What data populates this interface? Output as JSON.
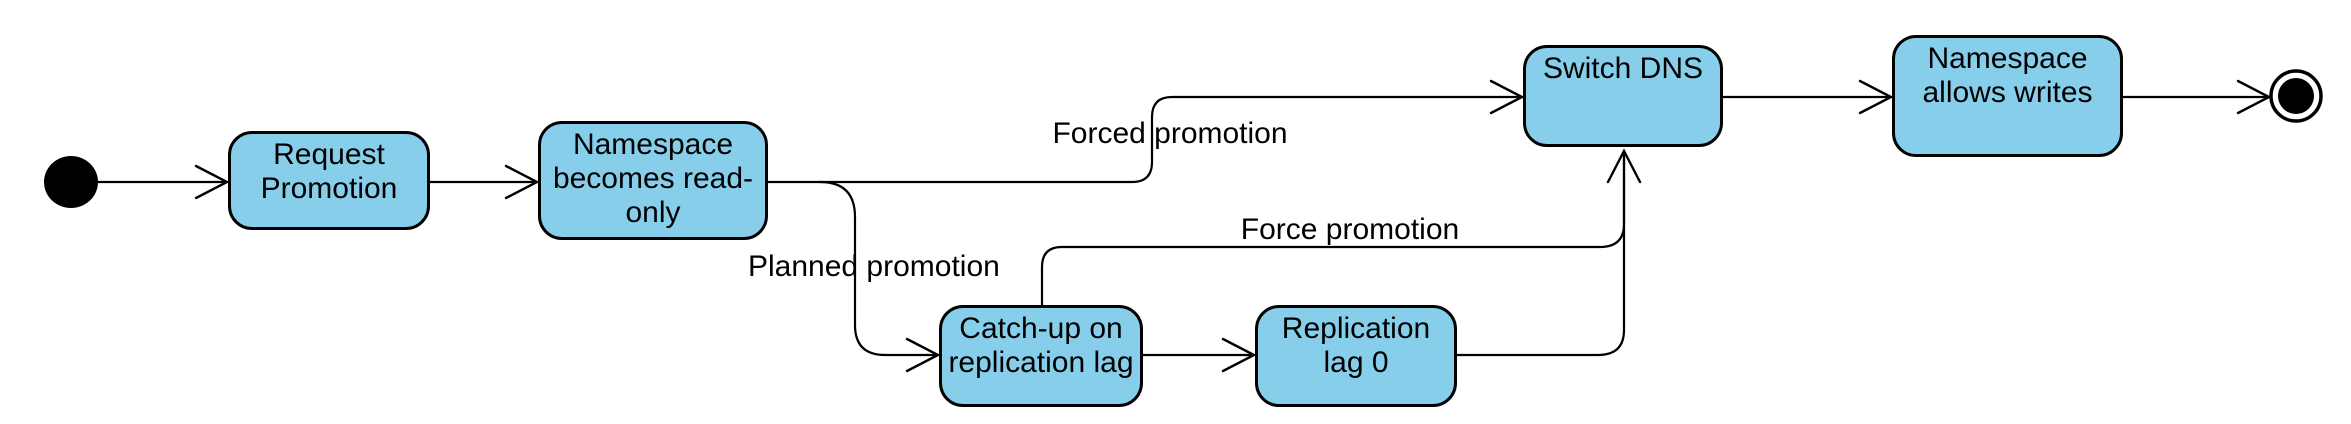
{
  "diagram": {
    "background": "#ffffff",
    "state-fill": "#87CEEB",
    "state-border": "#000000",
    "line-color": "#000000",
    "text-color": "#000000"
  },
  "states": [
    {
      "id": "request-promotion",
      "lines": [
        "Request",
        "Promotion"
      ]
    },
    {
      "id": "namespace-becomes-read-only",
      "lines": [
        "Namespace",
        "becomes read-",
        "only"
      ]
    },
    {
      "id": "catch-up-on-replication-lag",
      "lines": [
        "Catch-up on",
        "replication lag"
      ]
    },
    {
      "id": "replication-lag-0",
      "lines": [
        "Replication",
        "lag 0"
      ]
    },
    {
      "id": "switch-dns",
      "lines": [
        "Switch DNS"
      ]
    },
    {
      "id": "namespace-allows-writes",
      "lines": [
        "Namespace",
        "allows writes"
      ]
    }
  ],
  "pseudostates": [
    {
      "id": "initial",
      "kind": "initial-state"
    },
    {
      "id": "final",
      "kind": "final-state"
    }
  ],
  "transitions": [
    {
      "from": "initial",
      "to": "request-promotion",
      "label": ""
    },
    {
      "from": "request-promotion",
      "to": "namespace-becomes-read-only",
      "label": ""
    },
    {
      "from": "namespace-becomes-read-only",
      "to": "switch-dns",
      "label": "Forced promotion"
    },
    {
      "from": "namespace-becomes-read-only",
      "to": "catch-up-on-replication-lag",
      "label": "Planned promotion"
    },
    {
      "from": "catch-up-on-replication-lag",
      "to": "replication-lag-0",
      "label": ""
    },
    {
      "from": "catch-up-on-replication-lag",
      "to": "switch-dns",
      "label": "Force promotion"
    },
    {
      "from": "replication-lag-0",
      "to": "switch-dns",
      "label": ""
    },
    {
      "from": "switch-dns",
      "to": "namespace-allows-writes",
      "label": ""
    },
    {
      "from": "namespace-allows-writes",
      "to": "final",
      "label": ""
    }
  ]
}
